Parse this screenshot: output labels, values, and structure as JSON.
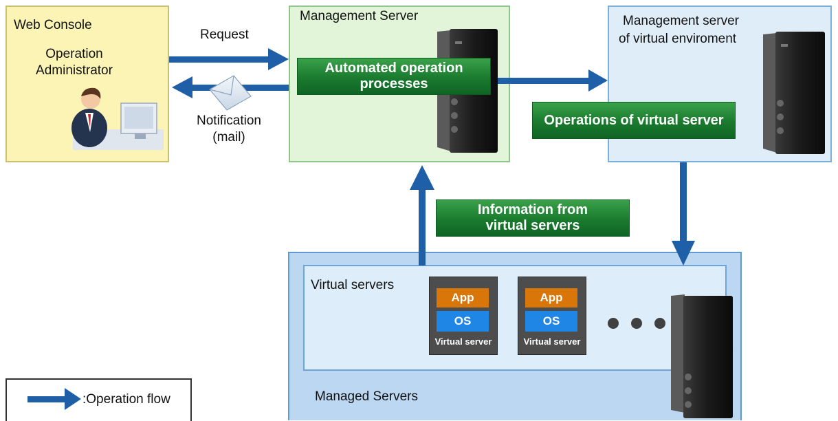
{
  "web_console": {
    "title": "Web Console",
    "role_line1": "Operation",
    "role_line2": "Administrator"
  },
  "arrows": {
    "request": "Request",
    "notification_line1": "Notification",
    "notification_line2": "(mail)"
  },
  "management_server": {
    "title": "Management Server",
    "process_line1": "Automated operation",
    "process_line2": "processes"
  },
  "virtual_env_server": {
    "title_line1": "Management server",
    "title_line2": "of virtual enviroment",
    "operations": "Operations of virtual server"
  },
  "information": {
    "line1": "Information from",
    "line2": "virtual servers"
  },
  "virtual_servers": {
    "title": "Virtual servers",
    "cards": [
      {
        "app": "App",
        "os": "OS",
        "label": "Virtual server"
      },
      {
        "app": "App",
        "os": "OS",
        "label": "Virtual server"
      }
    ]
  },
  "managed_servers": {
    "title": "Managed Servers"
  },
  "legend": {
    "label": ":Operation flow"
  },
  "colors": {
    "flow_arrow": "#1e5fa8",
    "badge_green": "#1a7a2e",
    "app_orange": "#d9760a",
    "os_blue": "#1f86e6"
  }
}
